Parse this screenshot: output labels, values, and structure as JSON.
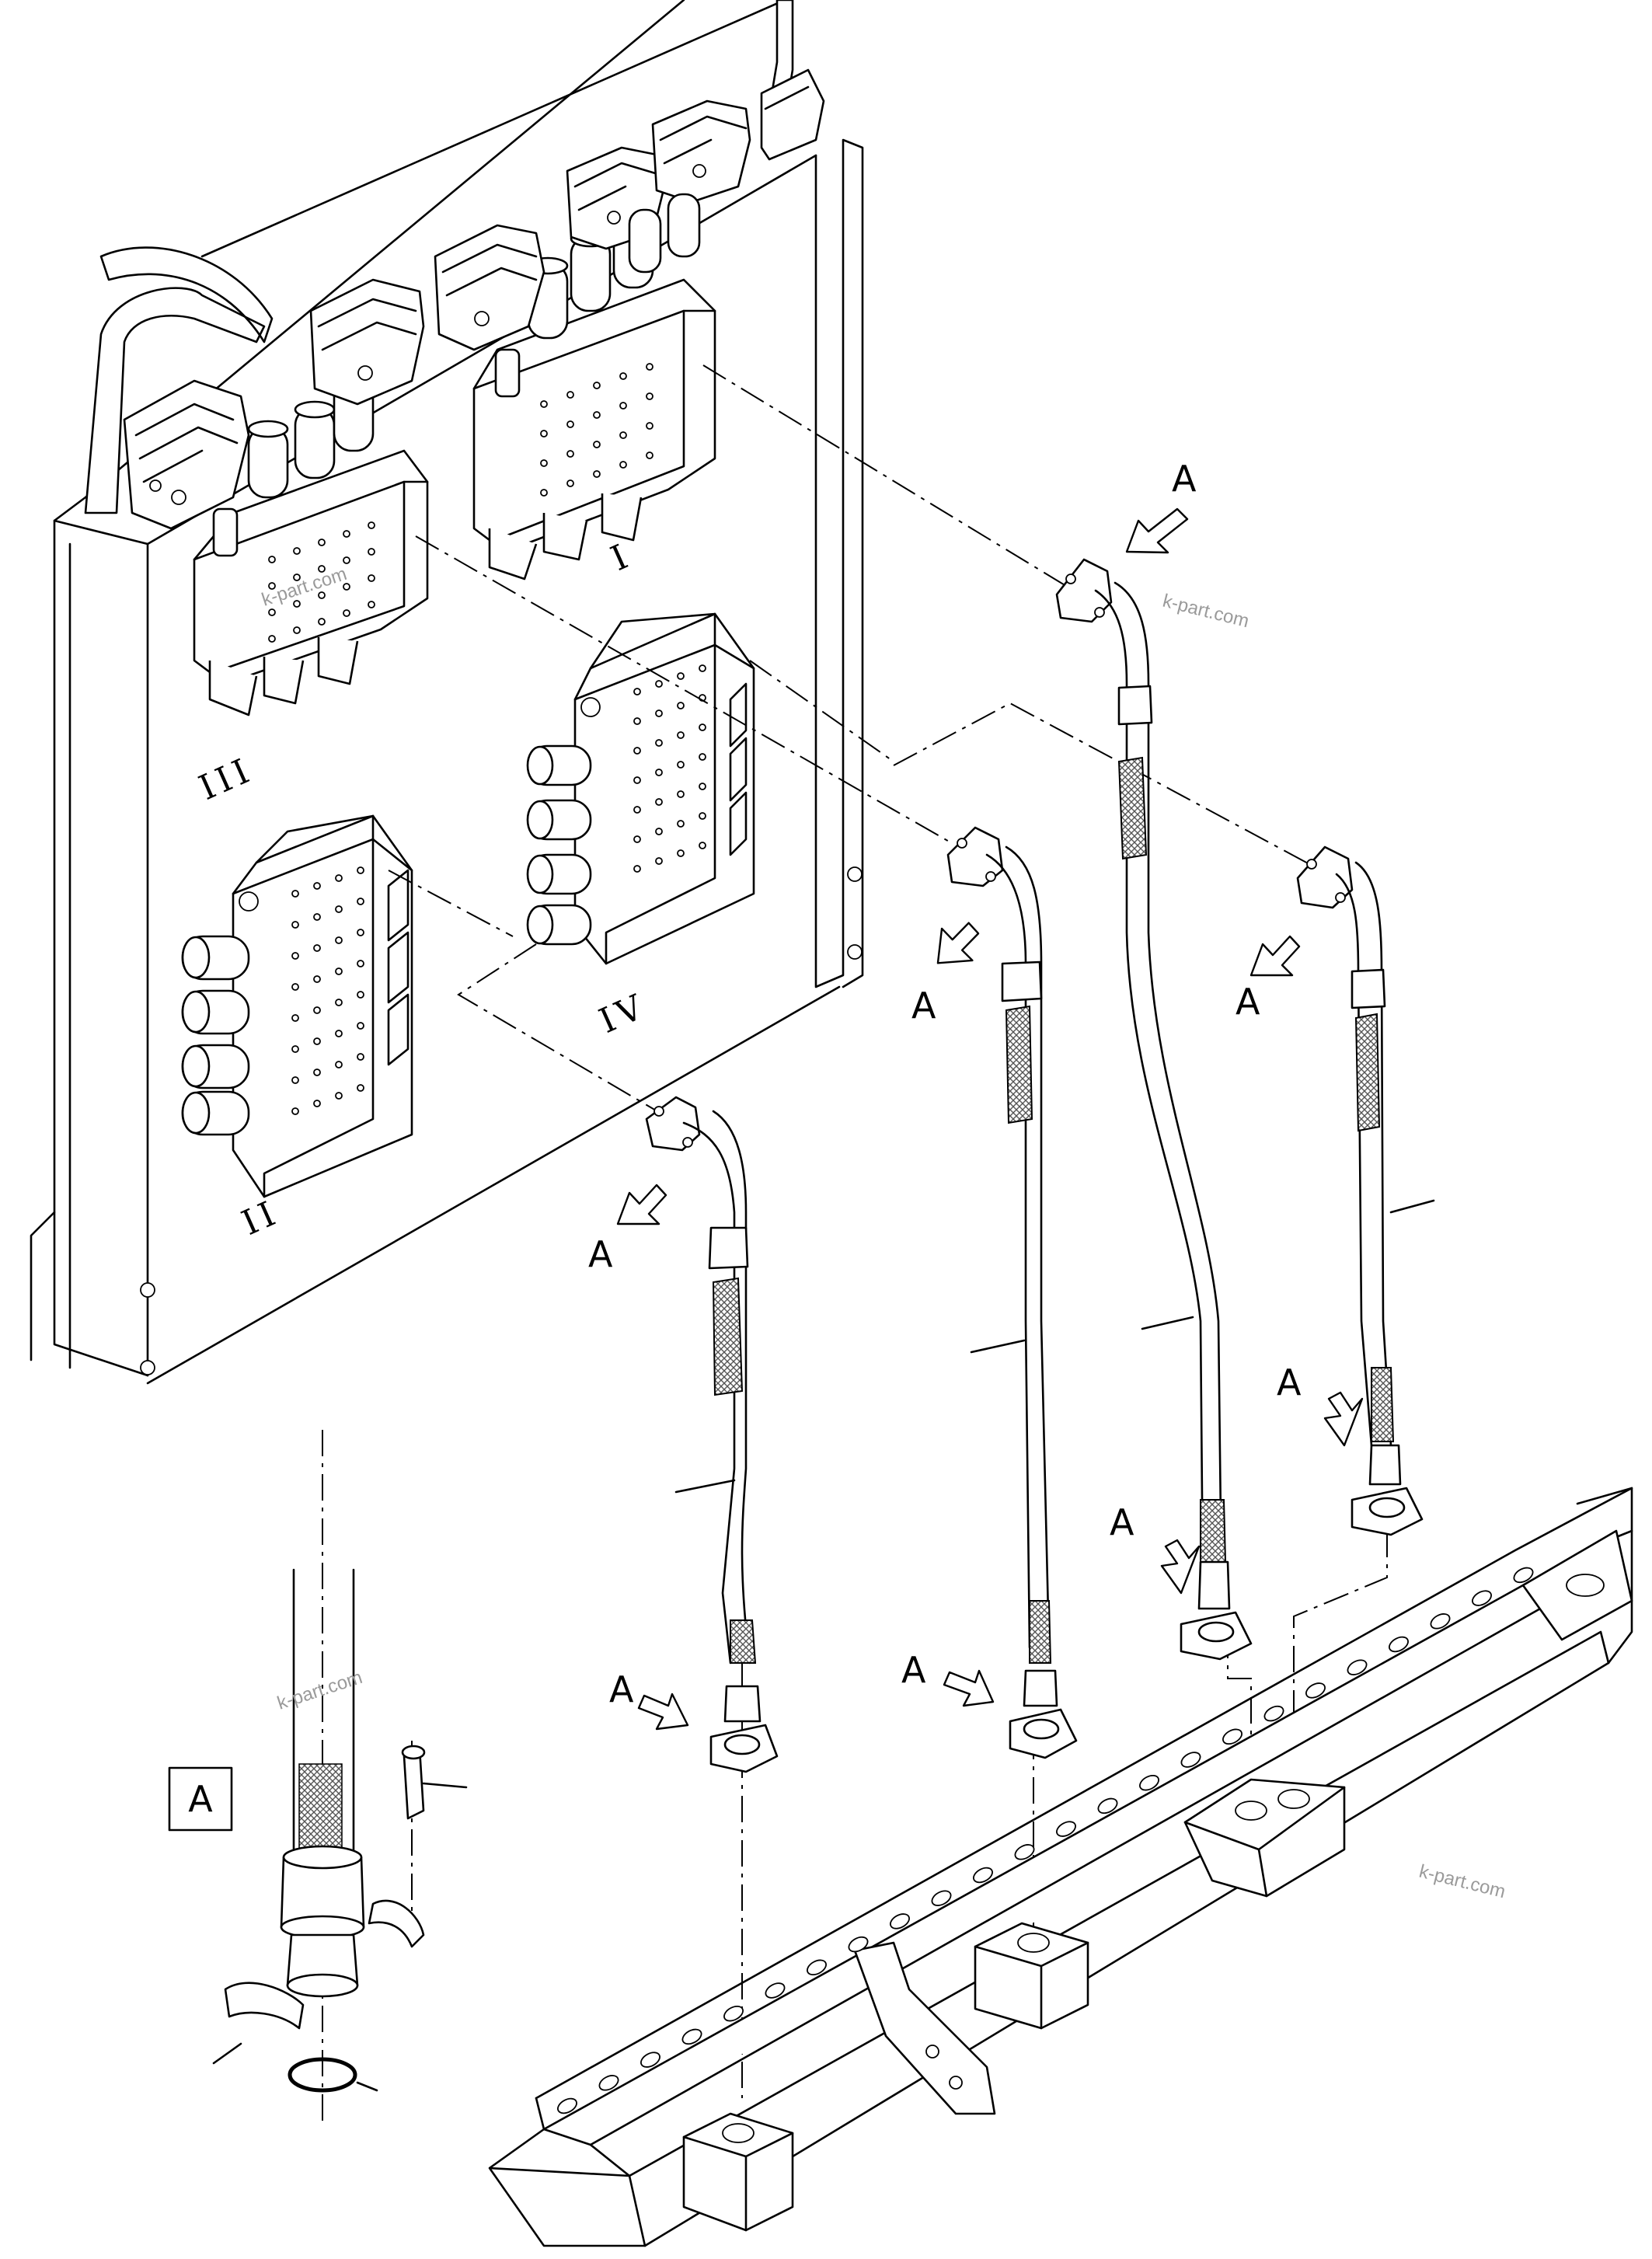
{
  "callout_letter": "A",
  "detail_box_label": "A",
  "valve_labels": [
    "I",
    "II",
    "III",
    "IV"
  ],
  "watermark": "k-part.com"
}
